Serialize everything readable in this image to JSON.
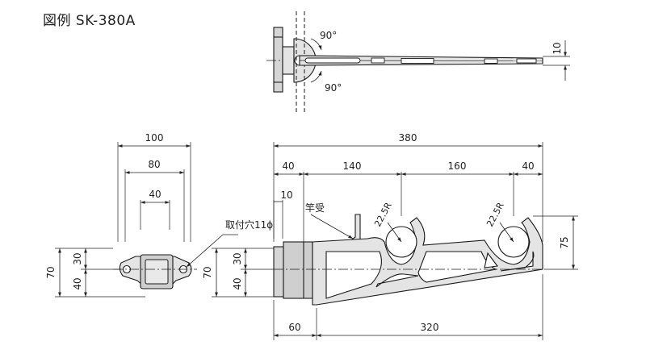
{
  "title": "図例 SK-380A",
  "top_view": {
    "angle_top": "90°",
    "angle_bottom": "90°",
    "dim_thickness": "10"
  },
  "front_view": {
    "dim_total_width": "100",
    "dim_inner_width": "80",
    "dim_hole_width": "40",
    "dim_height_total": "70",
    "dim_upper": "30",
    "dim_lower": "40",
    "hole_label": "取付穴11ϕ"
  },
  "side_view": {
    "dim_total_length": "380",
    "dim_seg_1": "40",
    "dim_seg_2": "140",
    "dim_seg_3": "160",
    "dim_seg_4": "40",
    "dim_hook_offset": "10",
    "hook_label": "竿受",
    "radius_1": "22.5R",
    "radius_2": "22.5R",
    "dim_rod_height": "75",
    "dim_height_total": "70",
    "dim_upper": "30",
    "dim_lower": "40",
    "dim_bottom_left": "60",
    "dim_bottom_right": "320"
  }
}
